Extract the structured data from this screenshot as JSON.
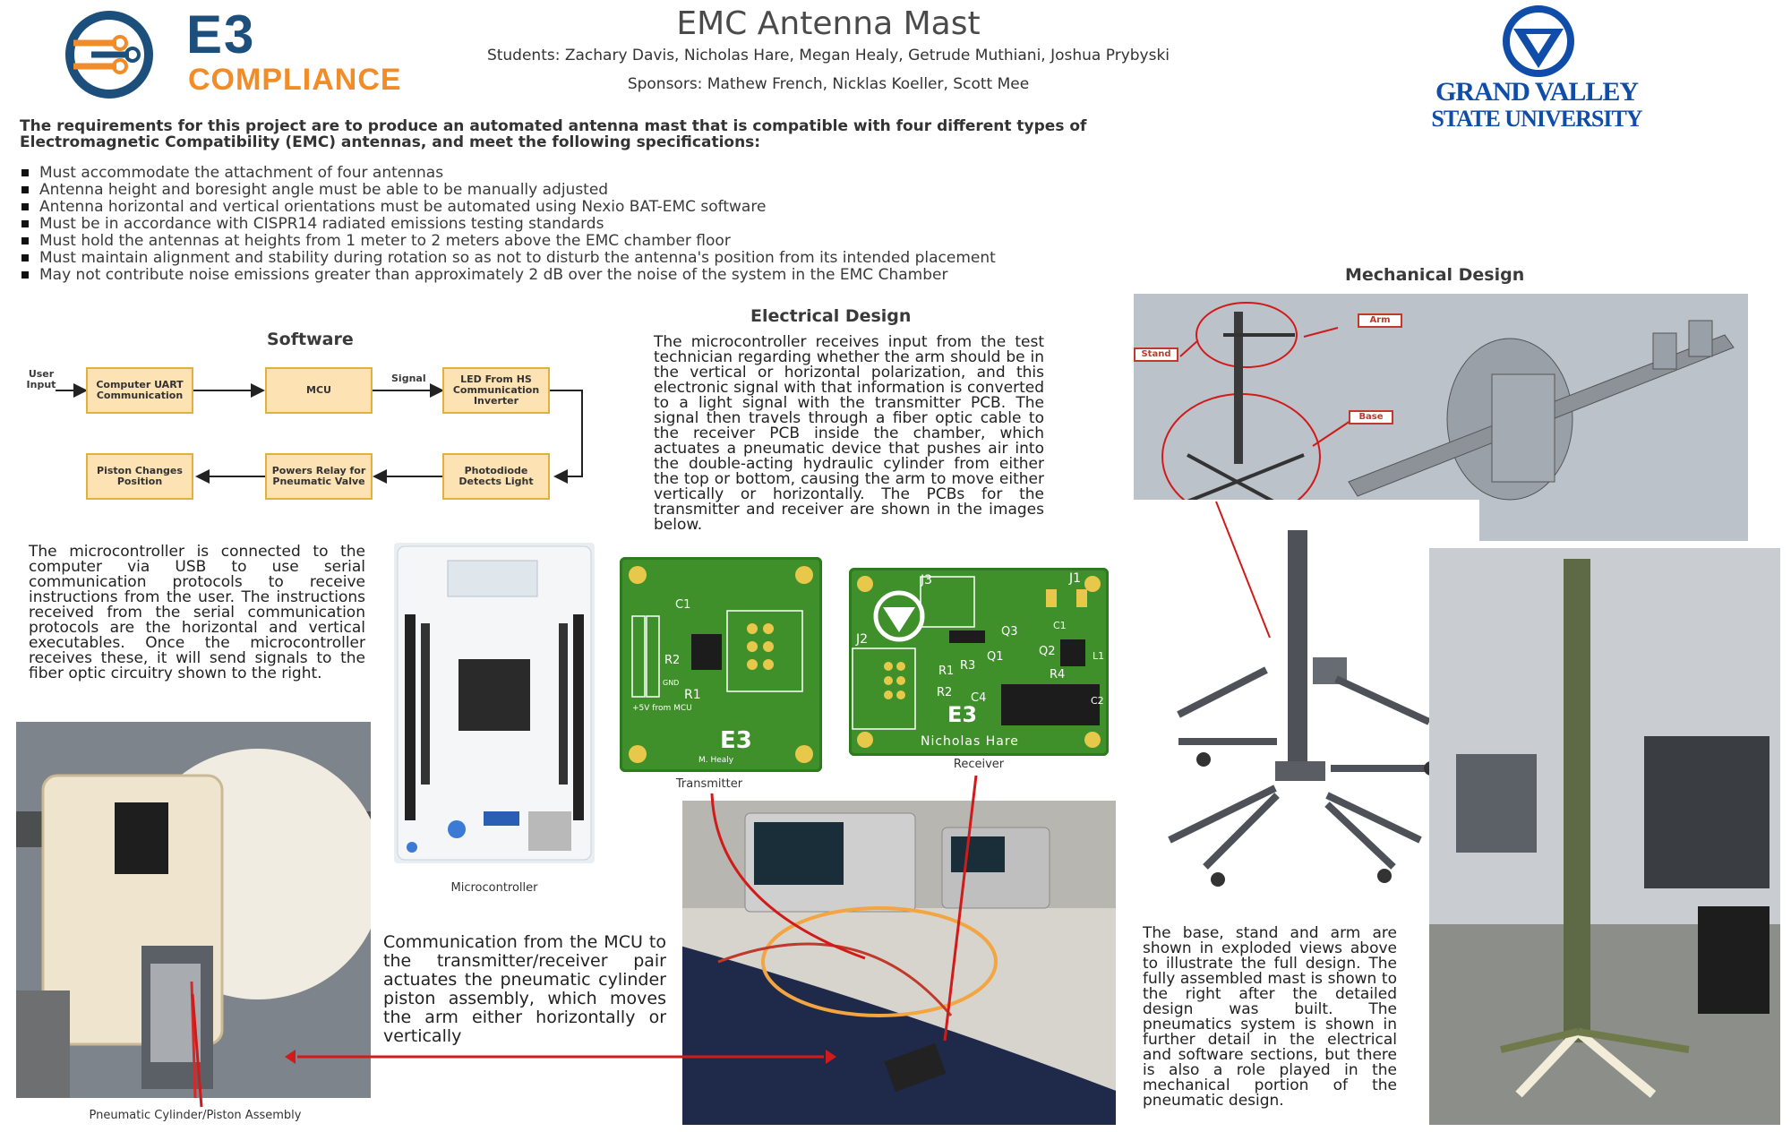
{
  "header": {
    "title": "EMC Antenna Mast",
    "students": "Students: Zachary Davis, Nicholas Hare, Megan Healy, Getrude Muthiani, Joshua Prybyski",
    "sponsors": "Sponsors: Mathew French, Nicklas Koeller, Scott Mee"
  },
  "logos": {
    "e3_line1": "E3",
    "e3_line2": "COMPLIANCE",
    "gvsu_line1": "GRAND VALLEY",
    "gvsu_line2": "STATE UNIVERSITY"
  },
  "requirements": {
    "intro": "The requirements for this project are to produce an automated antenna mast that is compatible with four different types of Electromagnetic Compatibility (EMC) antennas, and meet the following specifications:",
    "items": [
      "Must accommodate the attachment of four antennas",
      "Antenna height and boresight angle must be able to be manually adjusted",
      "Antenna horizontal and vertical orientations must be automated using Nexio BAT-EMC software",
      "Must be in accordance with CISPR14 radiated emissions testing standards",
      "Must hold the antennas at heights from 1 meter to 2 meters above the EMC chamber floor",
      "Must maintain alignment and stability during rotation so as not to disturb the antenna's position from its intended placement",
      "May not contribute noise emissions greater than approximately 2 dB over the noise of the system in the EMC Chamber"
    ]
  },
  "software": {
    "heading": "Software",
    "flow": {
      "user_input": "User Input",
      "uart": "Computer UART Communication",
      "mcu": "MCU",
      "signal": "Signal",
      "led": "LED From HS Communication Inverter",
      "photodiode": "Photodiode Detects Light",
      "relay": "Powers Relay for Pneumatic Valve",
      "piston": "Piston Changes Position"
    },
    "paragraph": "The microcontroller is connected to the computer via USB to use serial communication protocols to receive instructions from the user. The instructions received from the serial communication protocols are the horizontal and vertical executables. Once the microcontroller receives these, it will send signals to the fiber optic circuitry shown to the right."
  },
  "electrical": {
    "heading": "Electrical Design",
    "paragraph": "The microcontroller receives input from the test technician regarding whether the arm should be in the vertical or horizontal polarization, and this electronic signal with that information is converted to a light signal with the transmitter PCB. The signal then travels through a fiber optic cable to the receiver PCB inside the chamber, which actuates a pneumatic device that pushes air into the double-acting hydraulic cylinder from either the top or bottom, causing the arm to move either vertically or horizontally. The PCBs for the transmitter and receiver are shown in the images below.",
    "transmitter_caption": "Transmitter",
    "receiver_caption": "Receiver",
    "microcontroller_caption": "Microcontroller",
    "tx_labels": {
      "c1": "C1",
      "r2": "R2",
      "r1": "R1",
      "gnd": "GND",
      "src": "+5V from MCU",
      "sig": "M. Healy",
      "logo": "E3"
    },
    "rx_labels": {
      "j1": "J1",
      "j2": "J2",
      "j3": "J3",
      "q1": "Q1",
      "q2": "Q2",
      "q3": "Q3",
      "r1": "R1",
      "r2": "R2",
      "r3": "R3",
      "r4": "R4",
      "c1": "C1",
      "c2": "C2",
      "c4": "C4",
      "l1": "L1",
      "sig": "Nicholas Hare",
      "logo": "E3"
    },
    "comm_paragraph": "Communication from the MCU to the transmitter/receiver pair actuates the pneumatic cylinder piston assembly, which moves the arm either horizontally or vertically",
    "pneumatic_caption": "Pneumatic Cylinder/Piston Assembly"
  },
  "mechanical": {
    "heading": "Mechanical Design",
    "callout_arm": "Arm",
    "callout_stand": "Stand",
    "callout_base": "Base",
    "paragraph": "The base, stand and arm are shown in exploded views above to illustrate the full design. The fully assembled mast is shown to the right after the detailed design was built. The pneumatics system is shown in further detail in the electrical and software sections, but there is also a role played in the mechanical portion of the pneumatic design."
  },
  "colors": {
    "accent_orange": "#f28c28",
    "e3_blue": "#1d4f7d",
    "gvsu_blue": "#0f4da8",
    "flow_box_fill": "#fde3b4",
    "flow_box_border": "#e2b13c",
    "pcb_green": "#3f8f2a",
    "callout_red": "#c0392b"
  }
}
